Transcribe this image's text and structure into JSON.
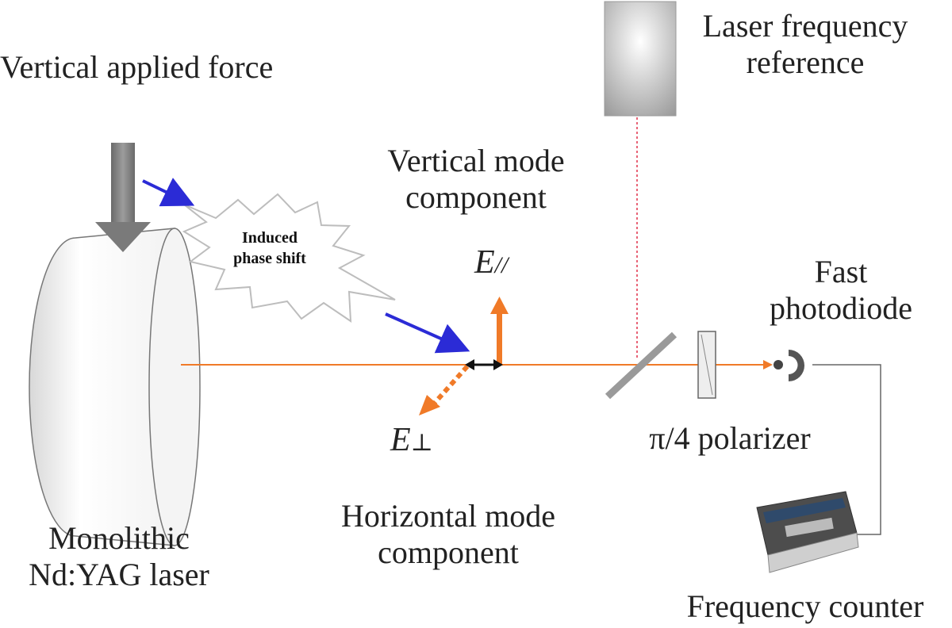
{
  "labels": {
    "vertical_force": "Vertical applied force",
    "laser_reference": "Laser frequency reference",
    "vertical_mode": "Vertical mode component",
    "induced_phase": "Induced phase shift",
    "e_parallel_symbol": "E",
    "e_parallel_sub": "//",
    "e_perp_symbol": "E",
    "e_perp_sub": "⊥",
    "fast_photodiode": "Fast photodiode",
    "polarizer": "π/4 polarizer",
    "horizontal_mode": "Horizontal mode component",
    "laser": "Monolithic Nd:YAG laser",
    "frequency_counter": "Frequency counter"
  },
  "colors": {
    "beam": "#f07a28",
    "blue_arrow": "#2b2bd6",
    "gray": "#8a8a8a",
    "reference_dashed": "#e0304a"
  }
}
